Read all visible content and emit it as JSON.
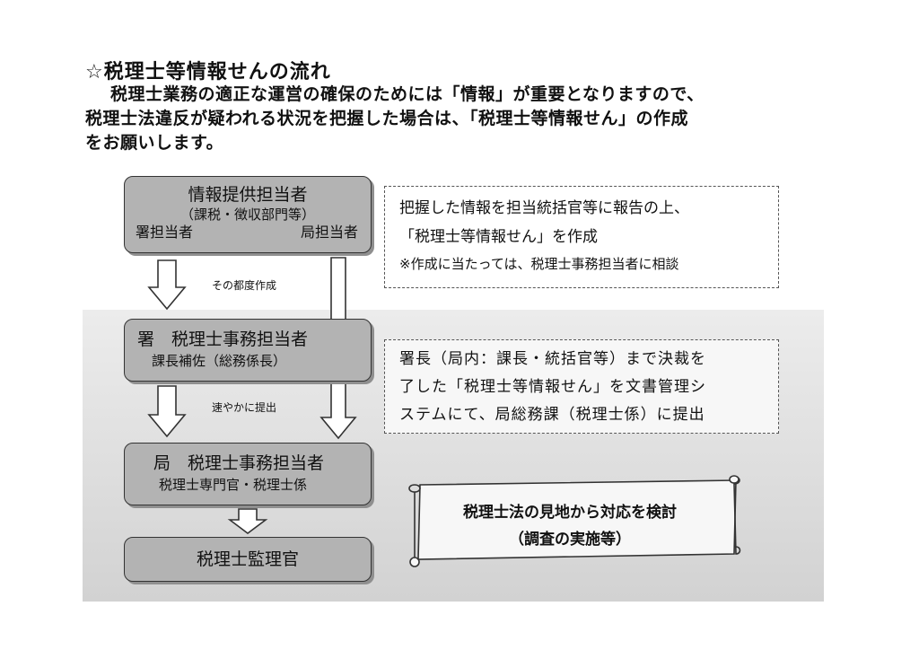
{
  "heading": "☆税理士等情報せんの流れ",
  "intro": {
    "line1": "税理士業務の適正な運営の確保のためには「情報」が重要となりますので、",
    "line2": "税理士法違反が疑われる状況を把握した場合は、「税理士等情報せん」の作成",
    "line3": "をお願いします。"
  },
  "flow": {
    "box1": {
      "title": "情報提供担当者",
      "subtitle": "（課税・徴収部門等）",
      "left": "署担当者",
      "right": "局担当者"
    },
    "box2": {
      "title": "署　税理士事務担当者",
      "subtitle": "課長補佐（総務係長）"
    },
    "box3": {
      "title": "局　税理士事務担当者",
      "subtitle": "税理士専門官・税理士係"
    },
    "box4": {
      "title": "税理士監理官"
    },
    "label_create": "その都度作成",
    "label_submit": "速やかに提出"
  },
  "notes": {
    "note1": {
      "line1": "把握した情報を担当統括官等に報告の上、",
      "line2": "「税理士等情報せん」を作成",
      "line3": "※作成に当たっては、税理士事務担当者に相談"
    },
    "note2": {
      "line1": "署長（局内：課長・統括官等）まで決裁を",
      "line2": "了した「税理士等情報せん」を文書管理シ",
      "line3": "ステムにて、局総務課（税理士係）に提出"
    }
  },
  "scroll": {
    "line1": "税理士法の見地から対応を検討",
    "line2": "（調査の実施等）"
  }
}
